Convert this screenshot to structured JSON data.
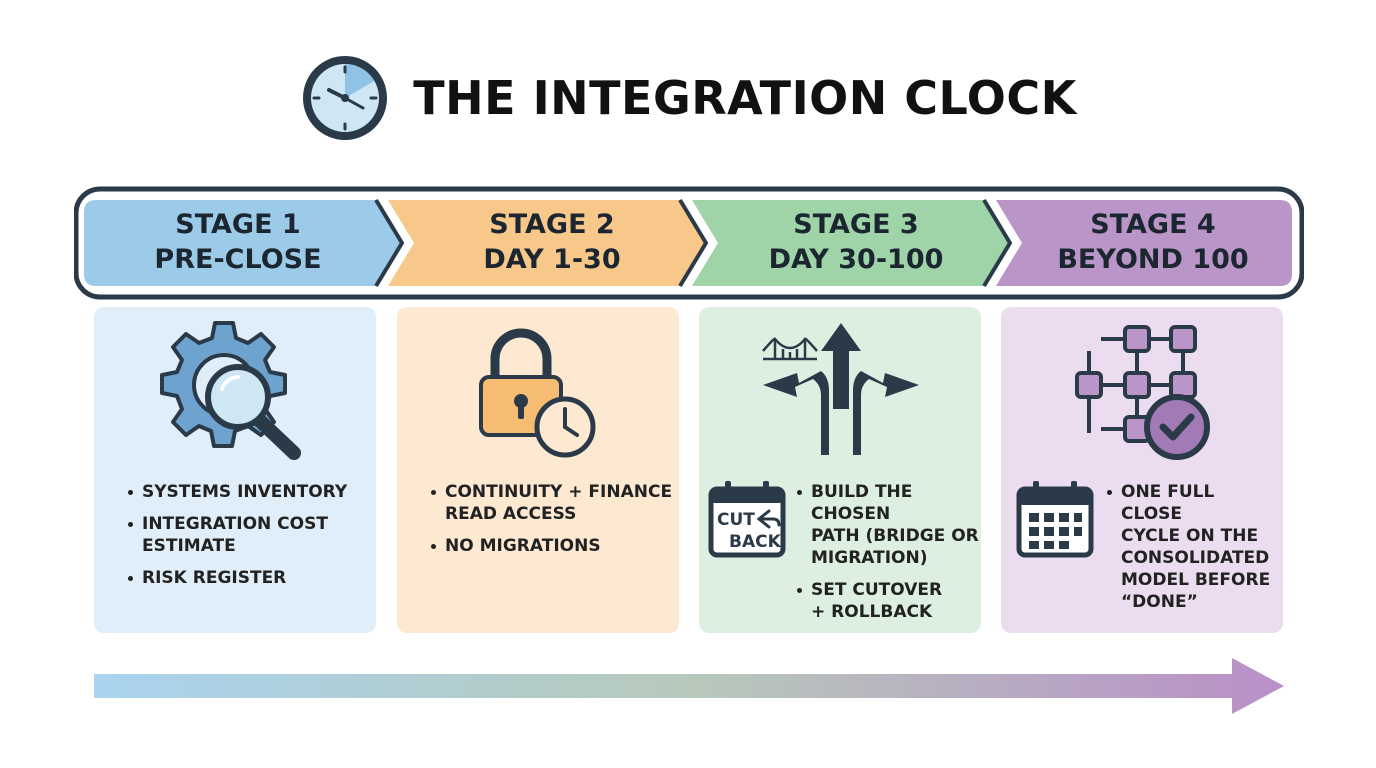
{
  "title": "THE INTEGRATION CLOCK",
  "colors": {
    "stage1": "#9ccbea",
    "stage2": "#f8c78a",
    "stage3": "#9fd4a8",
    "stage4": "#b995c8",
    "outline": "#2b3a48"
  },
  "stages": [
    {
      "name": "STAGE 1",
      "period": "PRE-CLOSE",
      "icon": "gear-magnifier-icon",
      "bullets": [
        "SYSTEMS INVENTORY",
        "INTEGRATION COST\nESTIMATE",
        "RISK REGISTER"
      ]
    },
    {
      "name": "STAGE 2",
      "period": "DAY 1-30",
      "icon": "padlock-clock-icon",
      "bullets": [
        "CONTINUITY + FINANCE\nREAD ACCESS",
        "NO MIGRATIONS"
      ]
    },
    {
      "name": "STAGE 3",
      "period": "DAY 30-100",
      "icon": "bridge-fork-arrows-icon",
      "side_icon": "cutback-calendar-icon",
      "side_icon_text": [
        "CUT",
        "BACK"
      ],
      "bullets": [
        "BUILD THE CHOSEN\nPATH (BRIDGE OR\nMIGRATION)",
        "SET CUTOVER\n+ ROLLBACK"
      ]
    },
    {
      "name": "STAGE 4",
      "period": "BEYOND 100",
      "icon": "network-check-icon",
      "side_icon": "calendar-icon",
      "bullets": [
        "ONE FULL CLOSE\nCYCLE ON THE\nCONSOLIDATED\nMODEL BEFORE\n“DONE”"
      ]
    }
  ]
}
